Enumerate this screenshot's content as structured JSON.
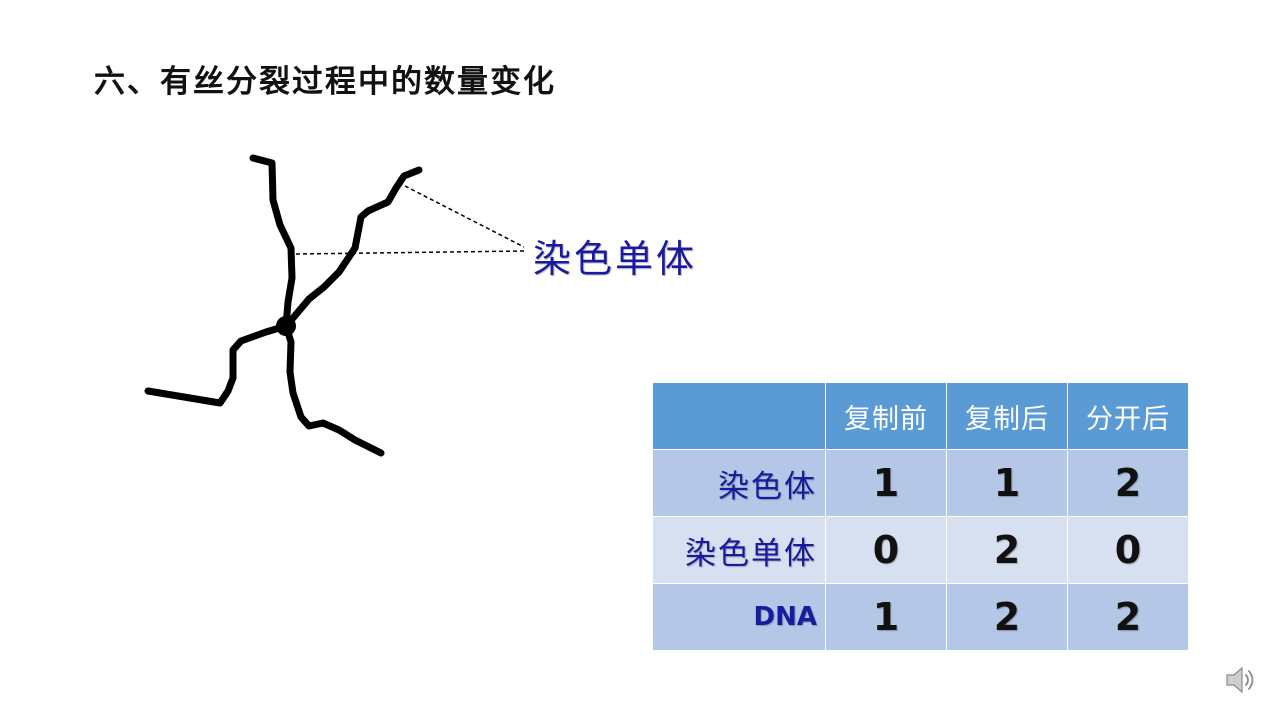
{
  "title": "六、有丝分裂过程中的数量变化",
  "diagram": {
    "label": "染色单体"
  },
  "table": {
    "headers": [
      "",
      "复制前",
      "复制后",
      "分开后"
    ],
    "rows": [
      {
        "label": "染色体",
        "values": [
          "1",
          "1",
          "2"
        ]
      },
      {
        "label": "染色单体",
        "values": [
          "0",
          "2",
          "0"
        ]
      },
      {
        "label": "DNA",
        "values": [
          "1",
          "2",
          "2"
        ]
      }
    ]
  },
  "icons": {
    "speaker": "speaker-icon"
  }
}
